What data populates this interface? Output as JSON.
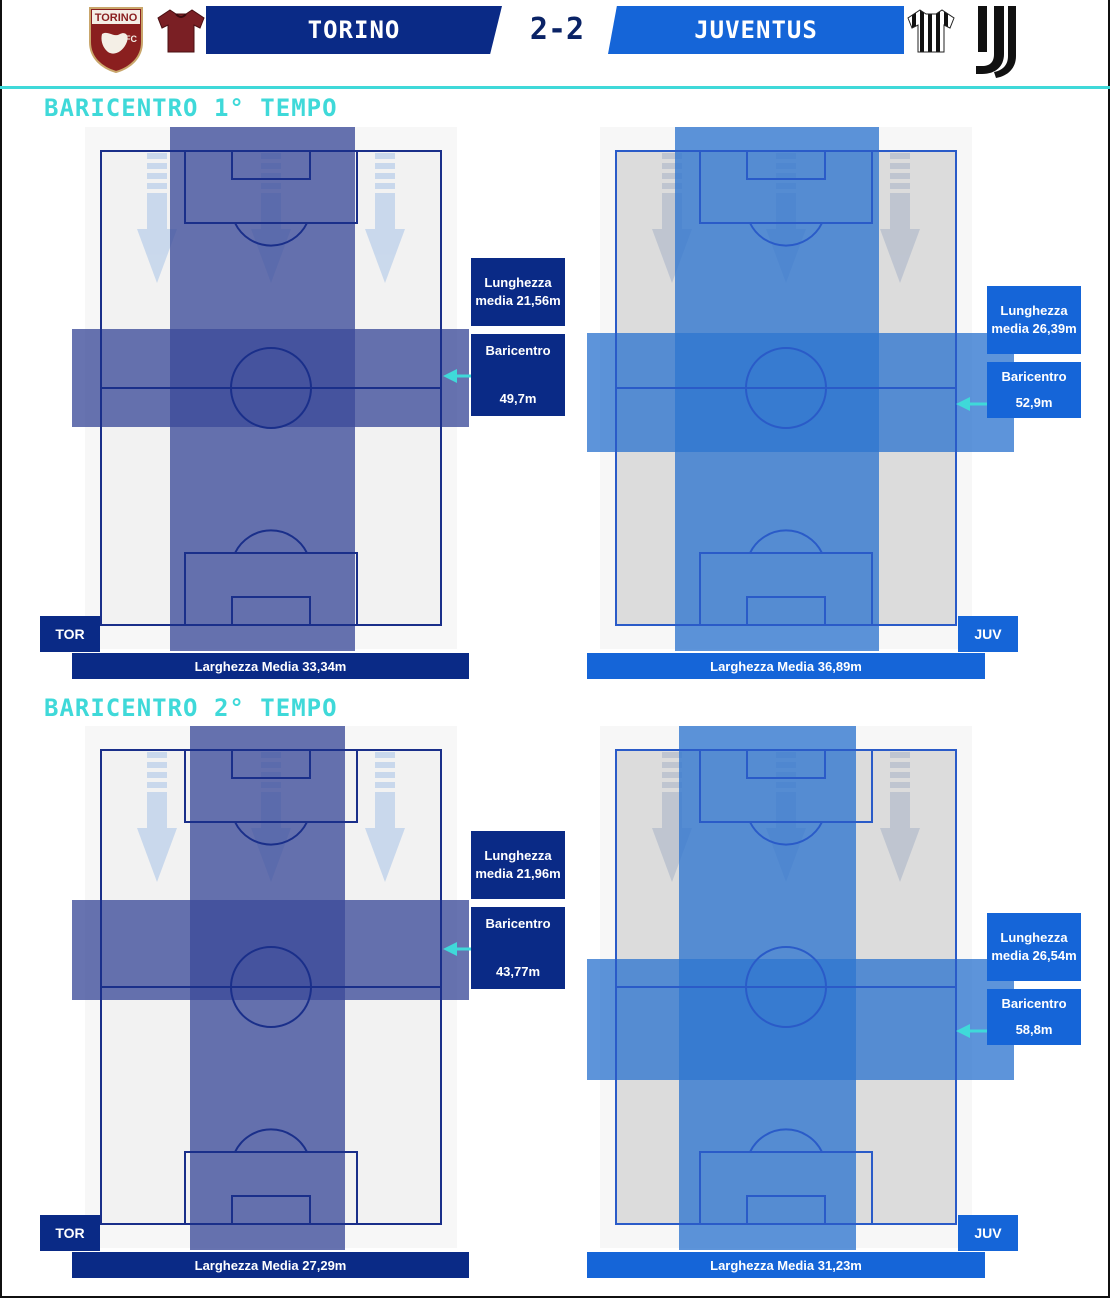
{
  "match": {
    "home_team": "TORINO",
    "away_team": "JUVENTUS",
    "score": "2-2",
    "home_logo_text_top": "TORINO",
    "home_logo_text_bottom": "FC",
    "home_logo_icon": "torino-bull-crest-icon",
    "away_logo_icon": "juventus-j-logo-icon",
    "home_kit_icon": "maroon-shirt-icon",
    "away_kit_icon": "black-white-striped-shirt-icon"
  },
  "colors": {
    "home_dark": "#0a2a86",
    "home_overlay": "#3c4c9a",
    "away_blue": "#1565d8",
    "away_overlay": "#2f76d0",
    "accent_cyan": "#3fd9d9",
    "home_pitch_bg": "#f2f2f2",
    "away_pitch_bg": "#dcdcdc"
  },
  "sections": [
    {
      "title": "BARICENTRO 1° TEMPO",
      "panels": [
        {
          "team_code": "TOR",
          "lunghezza_label": "Lunghezza",
          "lunghezza_value": "media 21,56m",
          "baricentro_label": "Baricentro",
          "baricentro_value": "49,7m",
          "larghezza_text": "Larghezza Media 33,34m",
          "baricentro_m": 49.7,
          "lunghezza_m": 21.56,
          "larghezza_m": 33.34
        },
        {
          "team_code": "JUV",
          "lunghezza_label": "Lunghezza",
          "lunghezza_value": "media 26,39m",
          "baricentro_label": "Baricentro",
          "baricentro_value": "52,9m",
          "larghezza_text": "Larghezza Media 36,89m",
          "baricentro_m": 52.9,
          "lunghezza_m": 26.39,
          "larghezza_m": 36.89
        }
      ]
    },
    {
      "title": "BARICENTRO 2° TEMPO",
      "panels": [
        {
          "team_code": "TOR",
          "lunghezza_label": "Lunghezza",
          "lunghezza_value": "media 21,96m",
          "baricentro_label": "Baricentro",
          "baricentro_value": "43,77m",
          "larghezza_text": "Larghezza Media 27,29m",
          "baricentro_m": 43.77,
          "lunghezza_m": 21.96,
          "larghezza_m": 27.29
        },
        {
          "team_code": "JUV",
          "lunghezza_label": "Lunghezza",
          "lunghezza_value": "media 26,54m",
          "baricentro_label": "Baricentro",
          "baricentro_value": "58,8m",
          "larghezza_text": "Larghezza Media 31,23m",
          "baricentro_m": 58.8,
          "lunghezza_m": 26.54,
          "larghezza_m": 31.23
        }
      ]
    }
  ]
}
